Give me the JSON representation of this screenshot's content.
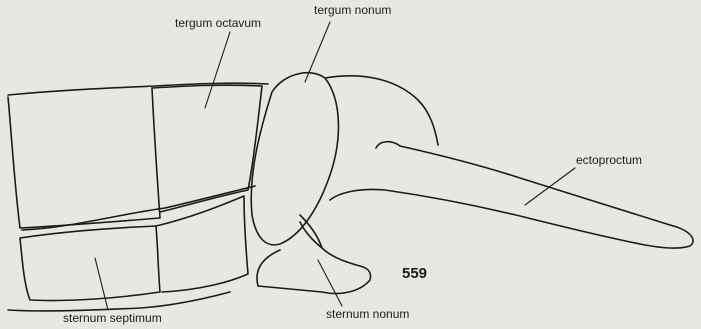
{
  "labels": {
    "tergum_octavum": "tergum octavum",
    "tergum_nonum": "tergum nonum",
    "ectoproctum": "ectoproctum",
    "sternum_septimum": "sternum septimum",
    "sternum_nonum": "sternum nonum"
  },
  "figure_number": "559",
  "colors": {
    "paper": "#e9e7e1",
    "ink": "#1c1c1c"
  }
}
